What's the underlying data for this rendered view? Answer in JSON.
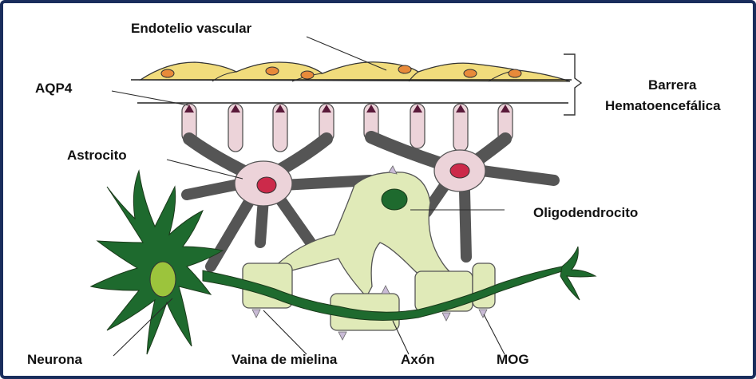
{
  "labels": {
    "endothelium": "Endotelio vascular",
    "aqp4": "AQP4",
    "barrier_line1": "Barrera",
    "barrier_line2": "Hematoencefálica",
    "astrocyte": "Astrocito",
    "oligodendrocyte": "Oligodendrocito",
    "neuron": "Neurona",
    "myelin_sheath": "Vaina de mielina",
    "axon": "Axón",
    "mog": "MOG"
  },
  "colors": {
    "frame": "#1a2d5c",
    "endothelium_fill": "#f1dc7c",
    "endothelium_nucleus": "#e88a3a",
    "aqp4_marker": "#5a1a3a",
    "astrocyte_fill": "#ecd3d9",
    "astrocyte_nucleus": "#cc2a4a",
    "oligodendrocyte_fill": "#e0eab8",
    "oligodendrocyte_nucleus": "#1e6a2e",
    "neuron_fill": "#1e6a2e",
    "neuron_nucleus": "#9cc43c",
    "mog_marker": "#c9bbd6"
  }
}
